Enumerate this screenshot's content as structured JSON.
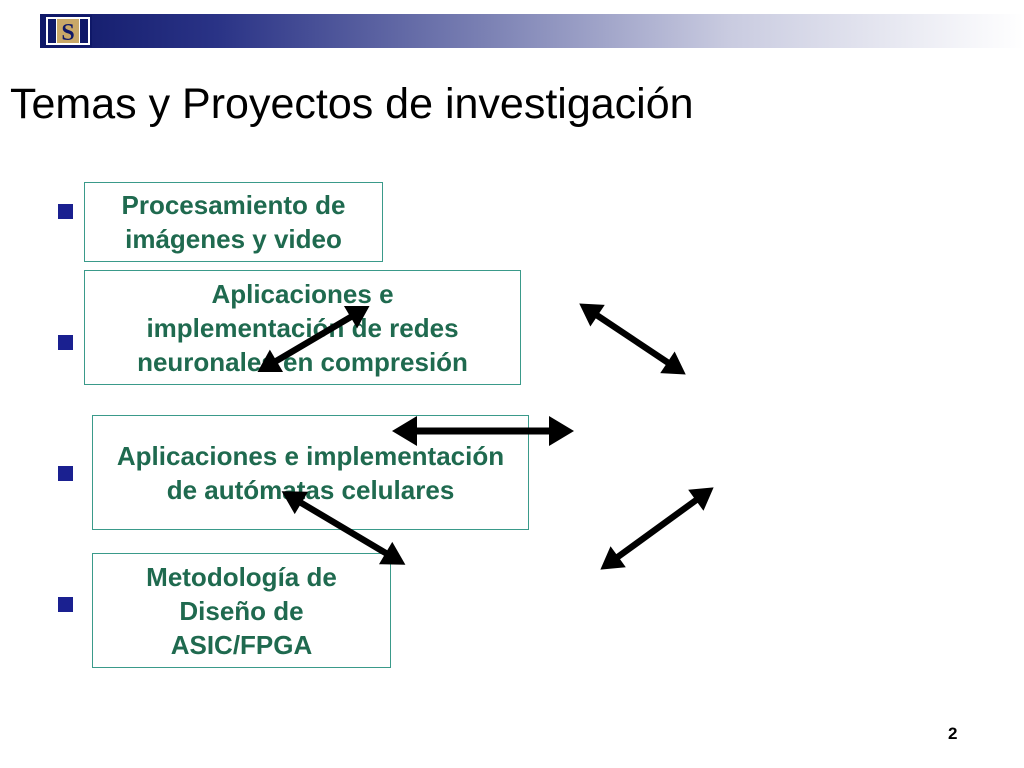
{
  "slide": {
    "title": "Temas y Proyectos de investigación",
    "page_number": "2",
    "logo_letter": "S"
  },
  "topics": [
    {
      "label": "Procesamiento de imágenes y video"
    },
    {
      "label": "Aplicaciones e implementación de redes neuronales en compresión"
    },
    {
      "label": "Aplicaciones e implementación de autómatas celulares"
    },
    {
      "label": "Metodología de Diseño de ASIC/FPGA"
    }
  ],
  "colors": {
    "header_dark": "#0f1868",
    "bullet": "#1a2090",
    "box_text": "#1f6a4f",
    "box_border": "#3a9a8a",
    "arrow": "#000000"
  }
}
